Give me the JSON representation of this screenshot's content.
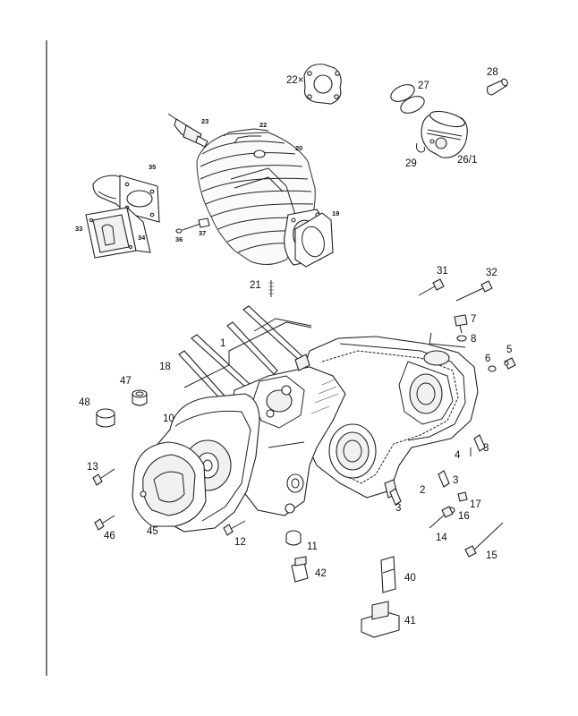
{
  "callouts": {
    "c1": "1",
    "c2": "2",
    "c3a": "3",
    "c3b": "3",
    "c3c": "3",
    "c4": "4",
    "c5": "5",
    "c6": "6",
    "c7": "7",
    "c8": "8",
    "c10": "10",
    "c11": "11",
    "c12": "12",
    "c13": "13",
    "c14": "14",
    "c15": "15",
    "c16": "16",
    "c17": "17",
    "c18": "18",
    "c19": "19",
    "c20": "20",
    "c21": "21",
    "c22": "22",
    "c22x": "22×",
    "c23": "23",
    "c261": "26/1",
    "c27": "27",
    "c28": "28",
    "c29": "29",
    "c31": "31",
    "c32": "32",
    "c33": "33",
    "c34": "34",
    "c35": "35",
    "c36": "36",
    "c37": "37",
    "c40": "40",
    "c41": "41",
    "c42": "42",
    "c45": "45",
    "c46": "46",
    "c47": "47",
    "c48": "48"
  }
}
